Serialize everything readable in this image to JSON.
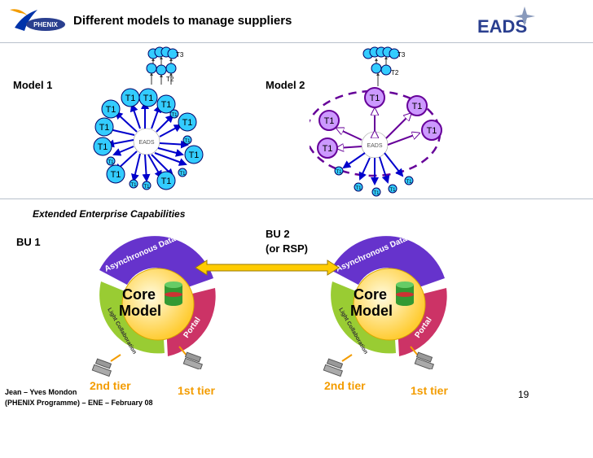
{
  "header": {
    "title": "Different models to manage suppliers",
    "left_logo_text": "PHENIX",
    "right_logo_text": "EADS"
  },
  "model1": {
    "label": "Model 1",
    "hub": "EADS",
    "node": "T1",
    "small_node": "T1",
    "t2": "T2",
    "t3": "T3"
  },
  "model2": {
    "label": "Model 2",
    "hub": "EADS",
    "node": "T1",
    "small_node": "T1",
    "t2": "T2",
    "t3": "T3"
  },
  "section": {
    "title": "Extended Enterprise Capabilities"
  },
  "bu1": {
    "label": "BU 1",
    "core_line1": "Core",
    "core_line2": "Model",
    "ring_top": "Asynchronous Data Exchange",
    "ring_left": "Light Collaboration",
    "ring_right": "Portal",
    "tier2": "2nd tier",
    "tier1": "1st tier"
  },
  "bu2": {
    "label_line1": "BU 2",
    "label_line2": "(or RSP)",
    "core_line1": "Core",
    "core_line2": "Model",
    "ring_top": "Asynchronous Data Exchange",
    "ring_left": "Light Collaboration",
    "ring_right": "Portal",
    "tier2": "2nd tier",
    "tier1": "1st tier"
  },
  "footer": {
    "author": "Jean – Yves Mondon",
    "programme": "(PHENIX Programme) – ENE – February 08",
    "page": "19"
  },
  "colors": {
    "model1_node_fill": "#33ccff",
    "model1_arrow": "#0000cc",
    "model2_node_fill": "#cc99ff",
    "model2_border": "#660099",
    "tier_text": "#f39c00",
    "ring_top": "#6633cc",
    "ring_left": "#99cc33",
    "ring_right": "#cc3366",
    "core": "#ffcc33"
  }
}
